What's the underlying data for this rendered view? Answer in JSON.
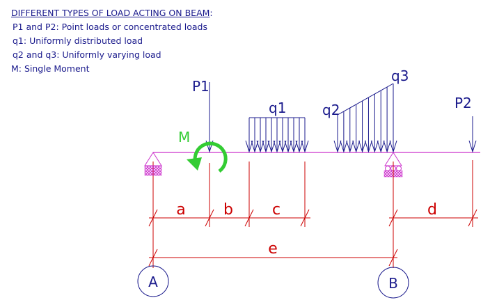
{
  "legend": {
    "title": "DIFFERENT TYPES OF LOAD ACTING ON BEAM",
    "title_suffix": ":",
    "items": [
      "P1 and P2: Point loads or concentrated loads",
      "q1: Uniformly distributed load",
      "q2 and q3: Uniformly varying load",
      "M: Single Moment"
    ]
  },
  "loads": {
    "p1": "P1",
    "p2": "P2",
    "q1": "q1",
    "q2": "q2",
    "q3": "q3",
    "m": "M"
  },
  "dimensions": {
    "a": "a",
    "b": "b",
    "c": "c",
    "d": "d",
    "e": "e"
  },
  "supports": {
    "a": "A",
    "b": "B"
  },
  "colors": {
    "load": "#1a1a8c",
    "beam": "#cc33cc",
    "dimension": "#cc0000",
    "moment": "#33cc33",
    "legend": "#1a1a8c"
  }
}
